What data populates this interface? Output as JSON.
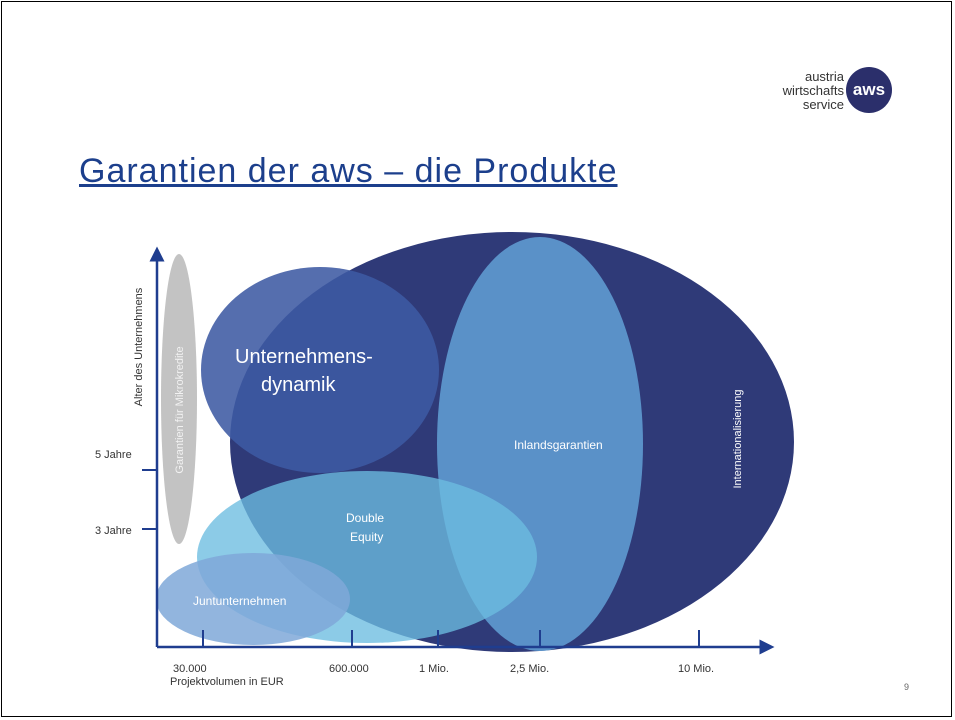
{
  "logo": {
    "line1": "austria",
    "line2": "wirtschafts",
    "line3": "service",
    "mark": "aws"
  },
  "title": "Garantien der aws – die Produkte",
  "page_number": "9",
  "axes": {
    "y_label": "Alter des Unternehmens",
    "y_ticks": [
      "5 Jahre",
      "3 Jahre"
    ],
    "x_label": "Projektvolumen in EUR",
    "x_ticks": [
      "30.000",
      "600.000",
      "1 Mio.",
      "2,5 Mio.",
      "10 Mio."
    ]
  },
  "products": {
    "mikrokredite": "Garantien für Mikrokredite",
    "unternehmensdynamik_1": "Unternehmens-",
    "unternehmensdynamik_2": "dynamik",
    "inlandsgarantien": "Inlandsgarantien",
    "internationalisierung": "Internationalisierung",
    "double_equity_1": "Double",
    "double_equity_2": "Equity",
    "jungunternehmen": "Juntunternehmen"
  },
  "colors": {
    "internationalisierung": "#2f3a78",
    "unternehmensdynamik": "#3d5aa3",
    "inlandsgarantien": "#5f9bd0",
    "double_equity": "#6bbde0",
    "jungunternehmen": "#7fa8d8",
    "mikrokredite": "#b8b8b8",
    "axis": "#1f3d8f",
    "title": "#1c3f8c"
  }
}
